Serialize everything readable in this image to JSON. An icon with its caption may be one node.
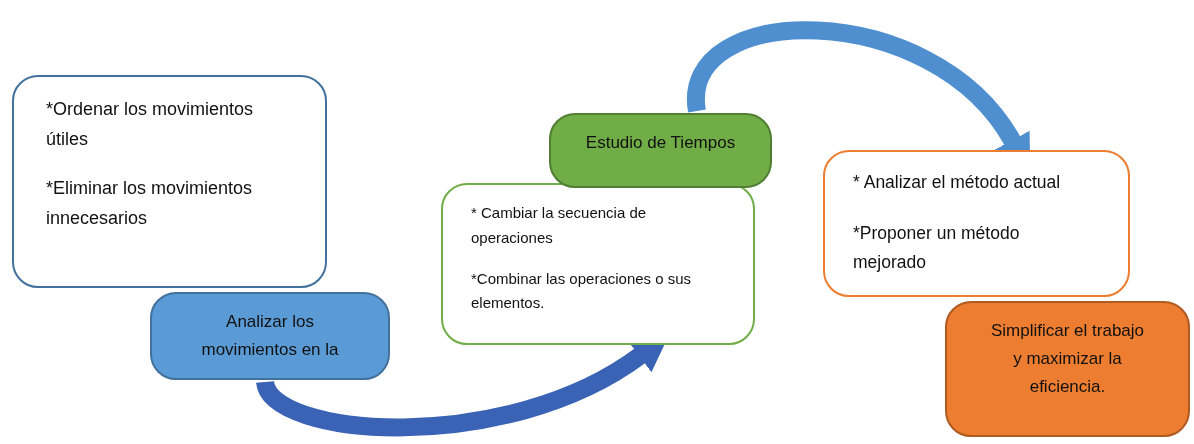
{
  "diagram": {
    "nodes": [
      {
        "text": [
          "*Ordenar los movimientos útiles",
          "*Eliminar los movimientos innecesarios"
        ]
      },
      {
        "text": [
          "Analizar los movimientos en la"
        ]
      },
      {
        "text": [
          "* Cambiar la secuencia de operaciones",
          "*Combinar las operaciones o sus elementos."
        ]
      },
      {
        "text": [
          "Estudio de Tiempos"
        ]
      },
      {
        "text": [
          "* Analizar el método actual",
          "*Proponer un método mejorado"
        ]
      },
      {
        "text": [
          "Simplificar el trabajo y maximizar la eficiencia."
        ]
      }
    ],
    "edges": [
      {
        "from": 1,
        "to": 2,
        "arrow": "to",
        "color": "#3a63b5"
      },
      {
        "from": 3,
        "to": 4,
        "arrow": "to",
        "color": "#4f8fd0"
      }
    ]
  }
}
